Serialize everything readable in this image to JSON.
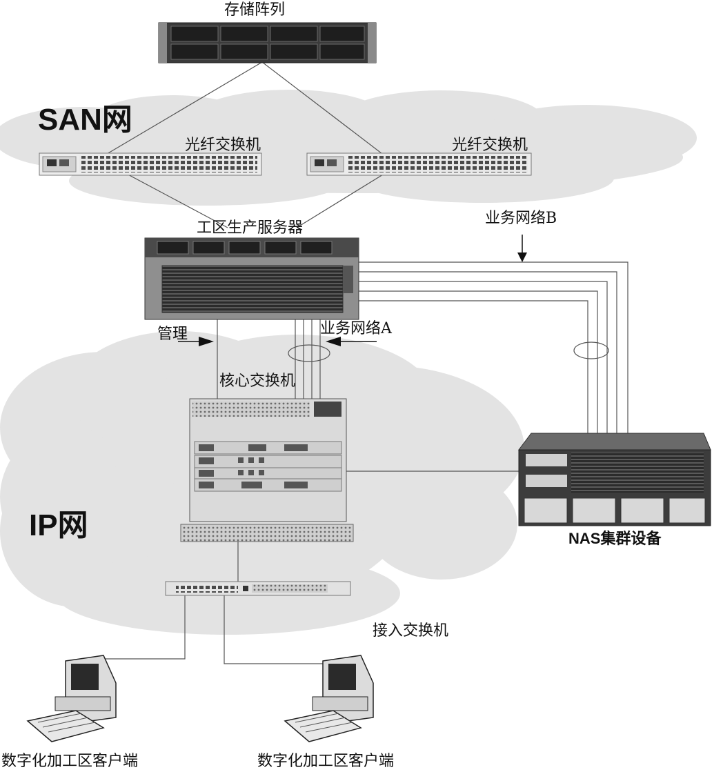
{
  "diagram": {
    "storage_array": "存储阵列",
    "san_network": "SAN网",
    "fc_switch_left": "光纤交换机",
    "fc_switch_right": "光纤交换机",
    "business_network_b": "业务网络B",
    "production_server": "工区生产服务器",
    "management": "管理",
    "business_network_a": "业务网络A",
    "core_switch": "核心交换机",
    "ip_network": "IP网",
    "nas_cluster": "NAS集群设备",
    "access_switch": "接入交换机",
    "client_left": "数字化加工区客户端",
    "client_right": "数字化加工区客户端"
  },
  "colors": {
    "cloud": "#e3e3e3",
    "device_dark": "#3a3a3a",
    "device_light": "#d4d4d4",
    "line": "#555555"
  }
}
